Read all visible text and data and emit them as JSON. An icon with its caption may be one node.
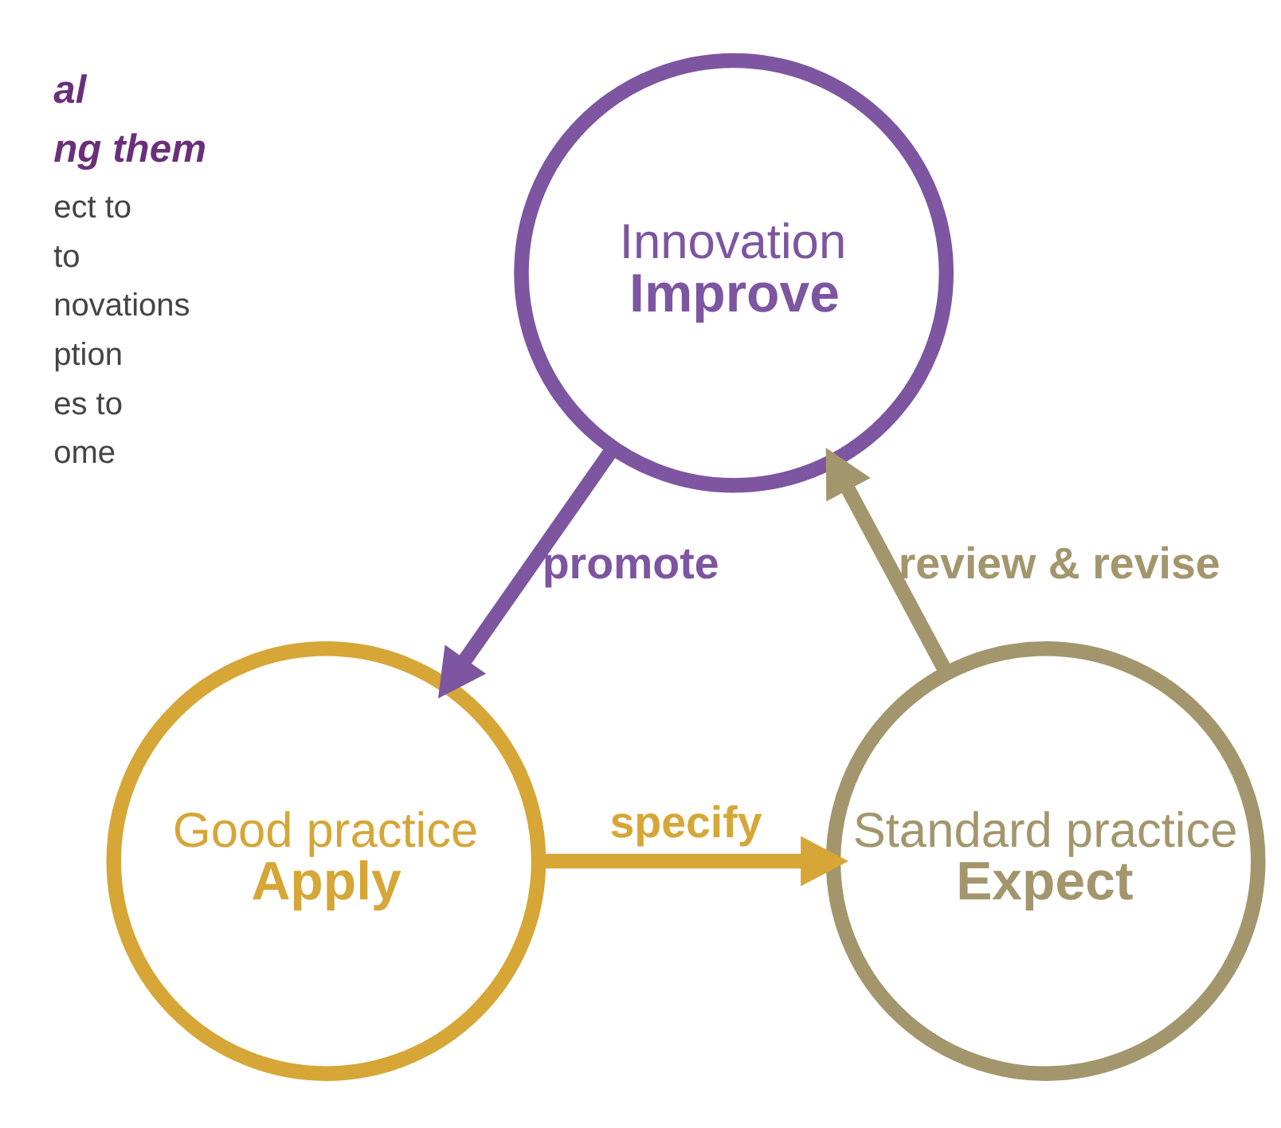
{
  "diagram": {
    "nodes": [
      {
        "text": [
          "Innovation",
          "Improve"
        ]
      },
      {
        "text": [
          "Standard practice",
          "Expect"
        ]
      },
      {
        "text": [
          "Good practice",
          "Apply"
        ]
      }
    ],
    "edges": [
      {
        "from": 0,
        "to": 2,
        "arrow": "to",
        "label": "promote",
        "color": "#7d55a0"
      },
      {
        "from": 2,
        "to": 1,
        "arrow": "to",
        "label": "specify",
        "color": "#d6a636"
      },
      {
        "from": 1,
        "to": 0,
        "arrow": "to",
        "label": "review & revise",
        "color": "#a3966d"
      }
    ],
    "labels": [
      "al",
      "ng them",
      "ect to",
      "to",
      "novations",
      "ption",
      "es to",
      "ome"
    ]
  }
}
